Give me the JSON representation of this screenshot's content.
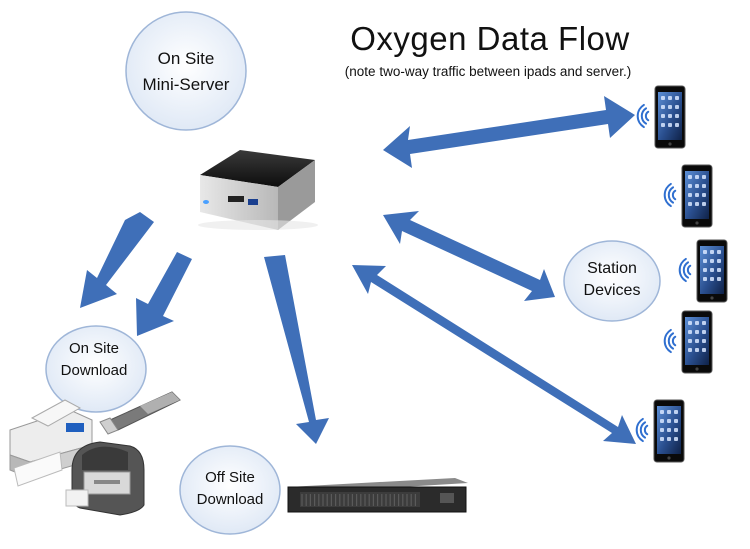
{
  "title": "Oxygen Data Flow",
  "subtitle": "(note two-way traffic between ipads and server.)",
  "nodes": {
    "mini_server": {
      "line1": "On Site",
      "line2": "Mini-Server"
    },
    "station": {
      "line1": "Station",
      "line2": "Devices"
    },
    "onsite_download": {
      "line1": "On Site",
      "line2": "Download"
    },
    "offsite_download": {
      "line1": "Off Site",
      "line2": "Download"
    }
  },
  "icons": [
    "mini-server-icon",
    "ipad-icon",
    "printer-icon",
    "label-printer-icon",
    "usb-drive-icon",
    "rack-server-icon",
    "wifi-icon"
  ],
  "colors": {
    "arrow": "#3f6fb8",
    "bubble_fill": "#eef3fb",
    "bubble_stroke": "#9fb6d8"
  }
}
